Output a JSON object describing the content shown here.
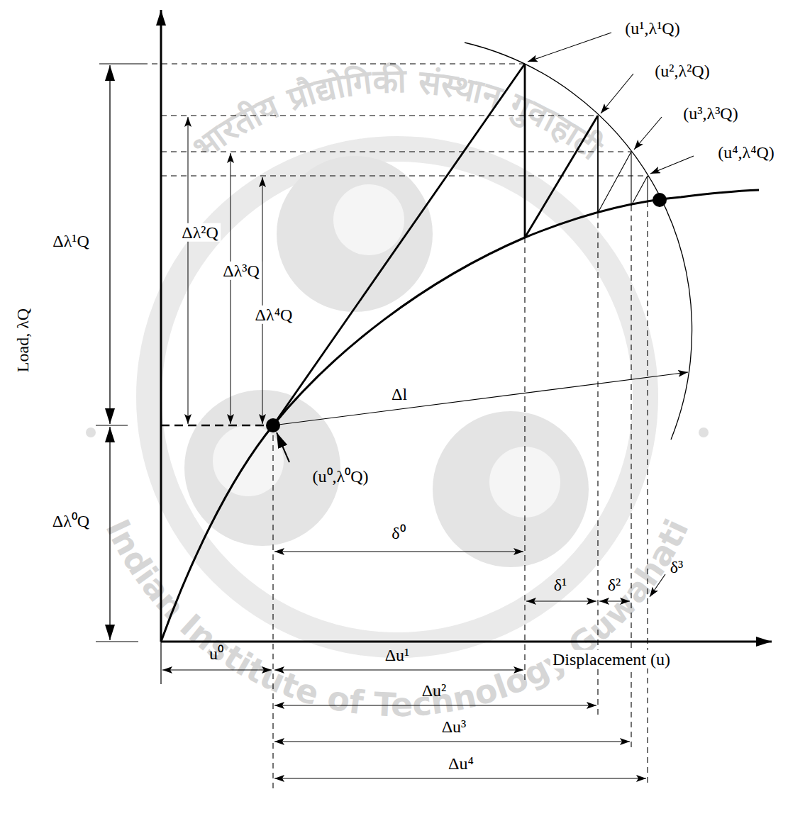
{
  "diagram": {
    "labels": [
      "(u¹,λ¹Q)",
      "(u²,λ²Q)",
      "(u³,λ³Q)",
      "(u⁴,λ⁴Q)",
      "Δλ¹Q",
      "Δλ²Q",
      "Δλ³Q",
      "Δλ⁴Q",
      "Load, λQ",
      "Δl",
      "Δλ⁰Q",
      "(u⁰,λ⁰Q)",
      "δ⁰",
      "δ¹",
      "δ²",
      "δ³",
      "Displacement (u)",
      "u⁰",
      "Δu¹",
      "Δu²",
      "Δu³",
      "Δu⁴",
      "भारतीय प्रौद्योगिकी संस्थान गुवाहाटी",
      "Indian Institute of Technology Guwahati"
    ]
  }
}
